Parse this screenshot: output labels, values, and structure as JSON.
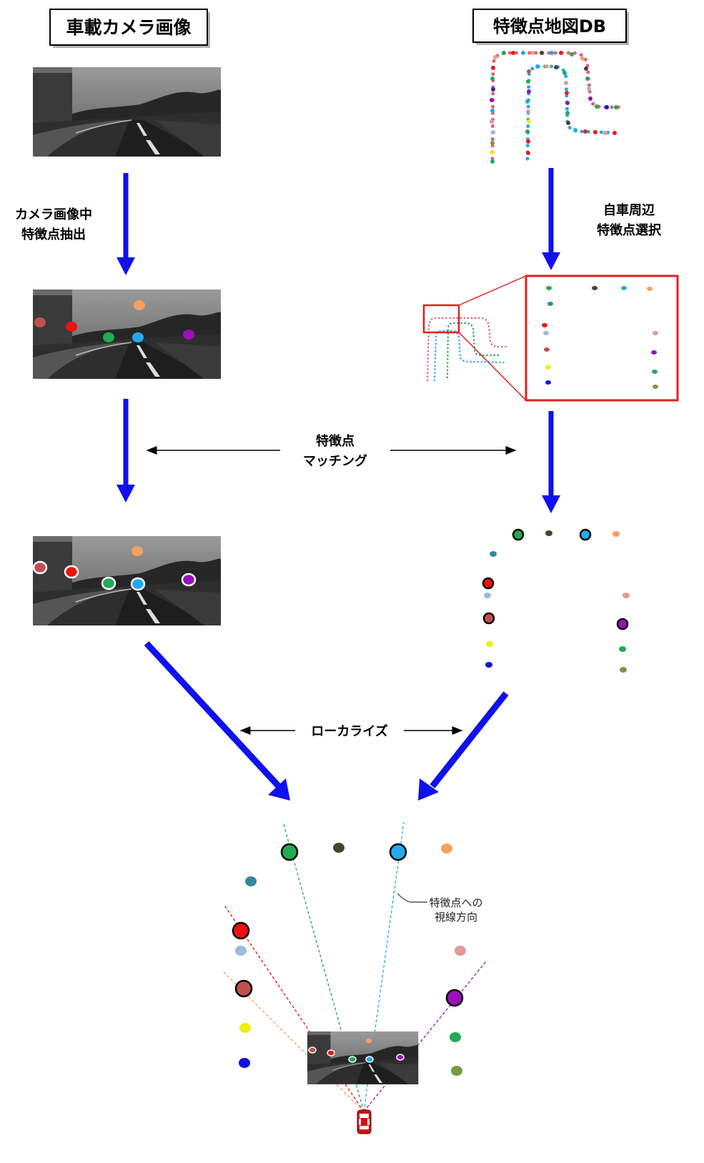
{
  "titles": {
    "camera": "車載カメラ画像",
    "map": "特徴点地図DB"
  },
  "labels": {
    "extract_line1": "カメラ画像中",
    "extract_line2": "特徴点抽出",
    "select_line1": "自車周辺",
    "select_line2": "特徴点選択",
    "matching_line1": "特徴点",
    "matching_line2": "マッチング",
    "localize": "ローカライズ",
    "sightline_line1": "特徴点への",
    "sightline_line2": "視線方向"
  },
  "colors": {
    "arrow": "#1010ee",
    "highlight_box": "#e02020",
    "feature_red": "#ee1111",
    "feature_orange": "#f4a060",
    "feature_green": "#22aa55",
    "feature_cyan": "#22aaee",
    "feature_purple": "#9911bb",
    "feature_brownred": "#c05050",
    "feature_teal": "#33889a",
    "feature_olive": "#4a4030",
    "feature_pink": "#e09898",
    "feature_lightblue": "#99bbdd",
    "feature_yellow": "#eeee11",
    "feature_blue": "#1111dd",
    "feature_mossgreen": "#779944"
  },
  "icons": {
    "vehicle": "red-car-icon"
  }
}
